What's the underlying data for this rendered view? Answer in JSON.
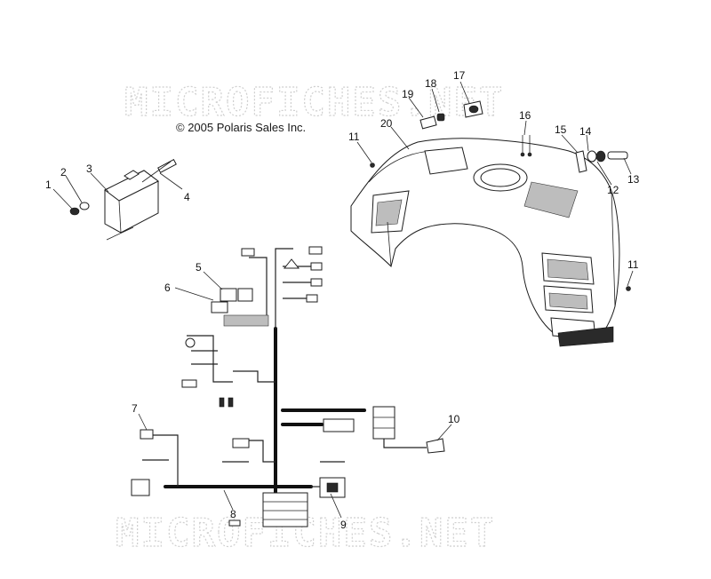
{
  "watermark_text": "MICROFICHES.NET",
  "copyright": "© 2005 Polaris Sales Inc.",
  "callouts": [
    {
      "id": "1",
      "label": "1"
    },
    {
      "id": "2",
      "label": "2"
    },
    {
      "id": "3",
      "label": "3"
    },
    {
      "id": "4",
      "label": "4"
    },
    {
      "id": "5",
      "label": "5"
    },
    {
      "id": "6",
      "label": "6"
    },
    {
      "id": "7",
      "label": "7"
    },
    {
      "id": "8",
      "label": "8"
    },
    {
      "id": "9",
      "label": "9"
    },
    {
      "id": "10",
      "label": "10"
    },
    {
      "id": "11a",
      "label": "11"
    },
    {
      "id": "11b",
      "label": "11"
    },
    {
      "id": "12",
      "label": "12"
    },
    {
      "id": "13",
      "label": "13"
    },
    {
      "id": "14",
      "label": "14"
    },
    {
      "id": "15",
      "label": "15"
    },
    {
      "id": "16",
      "label": "16"
    },
    {
      "id": "17",
      "label": "17"
    },
    {
      "id": "18",
      "label": "18"
    },
    {
      "id": "19",
      "label": "19"
    },
    {
      "id": "20",
      "label": "20"
    }
  ]
}
